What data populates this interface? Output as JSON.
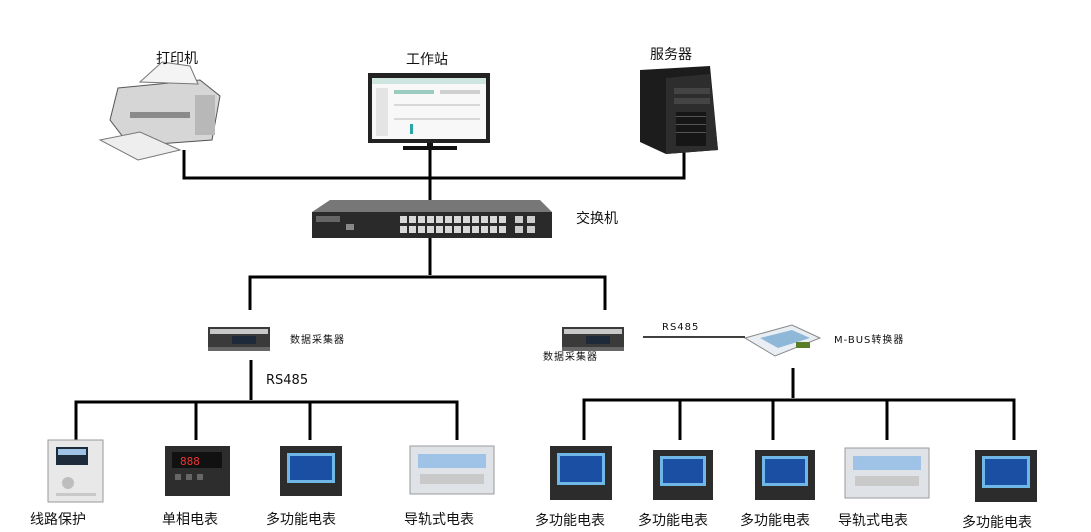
{
  "labels": {
    "printer": "打印机",
    "workstation": "工作站",
    "server": "服务器",
    "switch": "交换机",
    "collector_left": "数据采集器",
    "collector_right": "数据采集器",
    "mbus_converter": "M-BUS转换器",
    "rs485_left": "RS485",
    "rs485_right": "RS485"
  },
  "left_devices": [
    {
      "label": "线路保护"
    },
    {
      "label": "单相电表"
    },
    {
      "label": "多功能电表"
    },
    {
      "label": "导轨式电表"
    }
  ],
  "right_devices": [
    {
      "label": "多功能电表"
    },
    {
      "label": "多功能电表"
    },
    {
      "label": "多功能电表"
    },
    {
      "label": "导轨式电表"
    },
    {
      "label": "多功能电表"
    }
  ]
}
